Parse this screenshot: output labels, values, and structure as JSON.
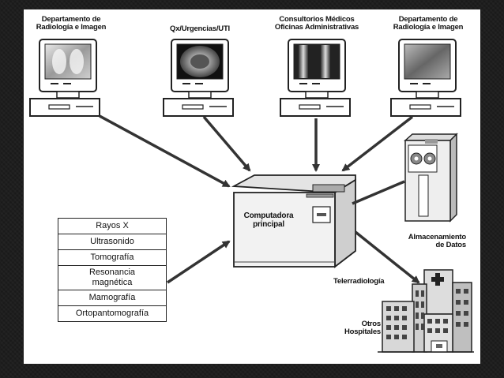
{
  "nodes": {
    "radiologia_left": {
      "line1": "Departamento de",
      "line2": "Radiología e Imagen"
    },
    "qx": {
      "line1": "Qx/Urgencias/UTI"
    },
    "consultorios": {
      "line1": "Consultorios Médicos",
      "line2": "Oficinas Administrativas"
    },
    "radiologia_right": {
      "line1": "Departamento de",
      "line2": "Radiología e Imagen"
    },
    "computadora": {
      "line1": "Computadora",
      "line2": "principal"
    },
    "almacenamiento": {
      "line1": "Almacenamiento",
      "line2": "de Datos"
    },
    "teleradiologia": {
      "label": "Telerradiología"
    },
    "hospitales": {
      "line1": "Otros",
      "line2": "Hospitales"
    }
  },
  "modalities": [
    {
      "line1": "Rayos X"
    },
    {
      "line1": "Ultrasonido"
    },
    {
      "line1": "Tomografía"
    },
    {
      "line1": "Resonancia",
      "line2": "magnética"
    },
    {
      "line1": "Mamografía"
    },
    {
      "line1": "Ortopantomografía"
    }
  ],
  "colors": {
    "frame": "#1a1a1a",
    "panel": "#ffffff",
    "ink": "#222222",
    "arrow": "#333333"
  }
}
